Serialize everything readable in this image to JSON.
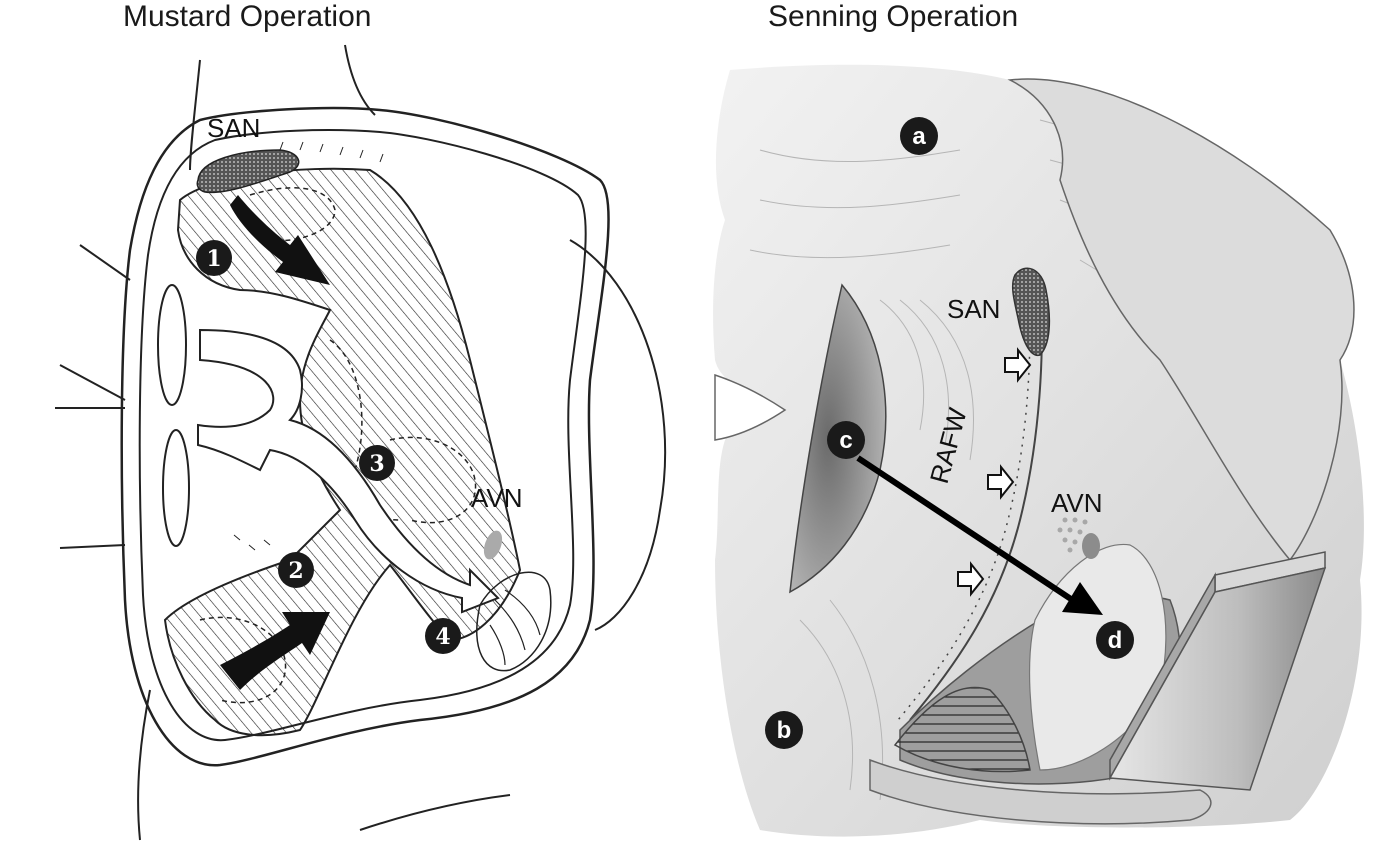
{
  "panels": [
    {
      "title": "Mustard Operation",
      "labels": {
        "san": "SAN",
        "avn": "AVN"
      },
      "markers": [
        "1",
        "2",
        "3",
        "4"
      ]
    },
    {
      "title": "Senning Operation",
      "labels": {
        "san": "SAN",
        "avn": "AVN",
        "rafw": "RAFW"
      },
      "markers": [
        "a",
        "b",
        "c",
        "d"
      ]
    }
  ],
  "colors": {
    "ink": "#111111",
    "marker_fill": "#1a1a1a",
    "tissue_shade": "#d9d9d9"
  }
}
